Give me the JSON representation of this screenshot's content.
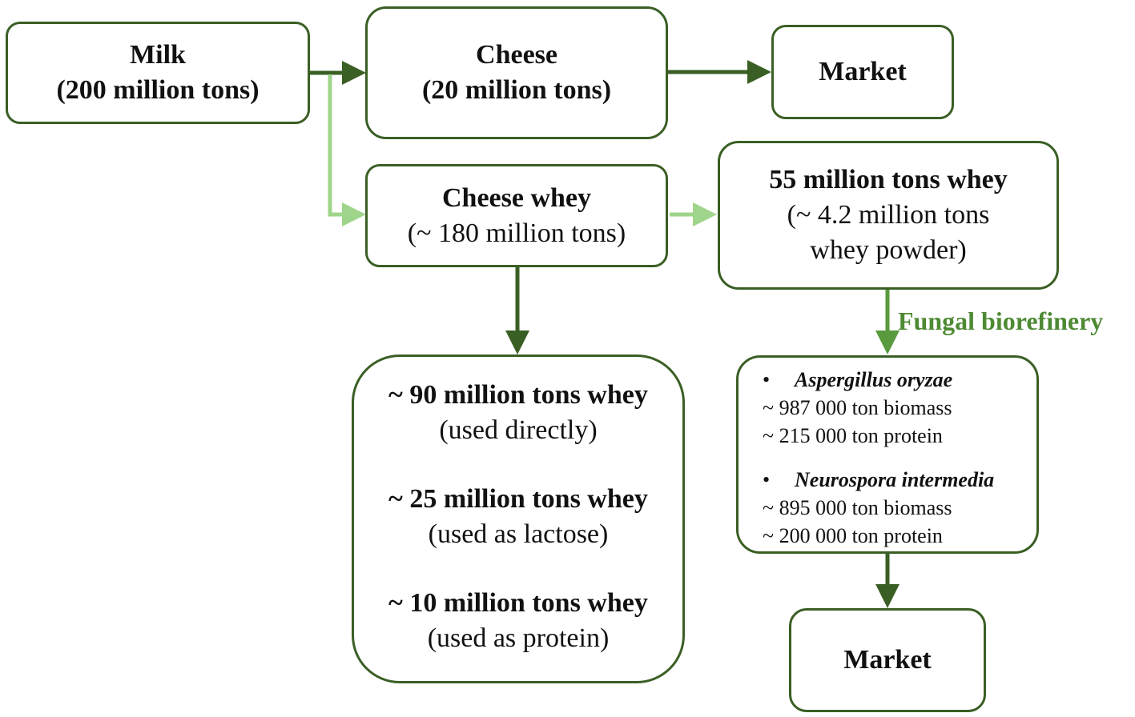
{
  "nodes": {
    "milk": {
      "title": "Milk",
      "amount": "(200 million tons)"
    },
    "cheese": {
      "title": "Cheese",
      "amount": "(20 million tons)"
    },
    "market_top": {
      "title": "Market"
    },
    "cheese_whey": {
      "title": "Cheese whey",
      "amount": "(~ 180 million tons)"
    },
    "whey_55": {
      "title": "55 million tons whey",
      "line2": "(~ 4.2 million tons",
      "line3": "whey powder)"
    },
    "uses": [
      {
        "amount": "~ 90 million tons whey",
        "use": "(used directly)"
      },
      {
        "amount": "~ 25 million tons whey",
        "use": "(used as lactose)"
      },
      {
        "amount": "~ 10 million tons whey",
        "use": "(used as protein)"
      }
    ],
    "fungi": [
      {
        "bullet": "•",
        "species": "Aspergillus oryzae",
        "biomass": "~ 987 000 ton biomass",
        "protein": "~ 215 000 ton protein"
      },
      {
        "bullet": "•",
        "species": "Neurospora intermedia",
        "biomass": "~ 895 000 ton biomass",
        "protein": "~ 200 000 ton protein"
      }
    ],
    "market_bottom": {
      "title": "Market"
    }
  },
  "edge_label": "Fungal biorefinery",
  "colors": {
    "border": "#3a5f24",
    "arrow_dark": "#3a5f24",
    "arrow_light": "#9fd58a",
    "arrow_mid": "#5a9a3e",
    "label": "#4e8a34"
  }
}
